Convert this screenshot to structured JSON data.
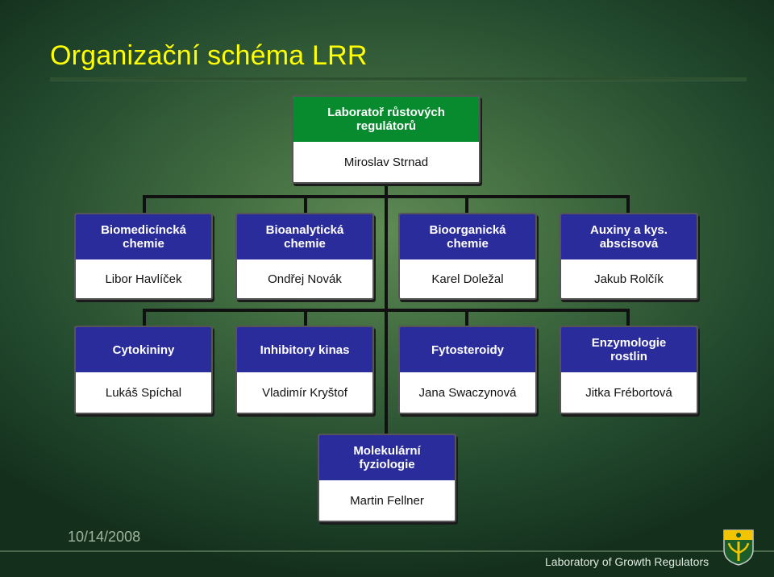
{
  "title": "Organizační schéma LRR",
  "root": {
    "unit": "Laboratoř růstových regulátorů",
    "head": "Miroslav Strnad"
  },
  "row1": [
    {
      "unit": "Biomedicíncká chemie",
      "head": "Libor Havlíček"
    },
    {
      "unit": "Bioanalytická chemie",
      "head": "Ondřej Novák"
    },
    {
      "unit": "Bioorganická chemie",
      "head": "Karel Doležal"
    },
    {
      "unit": "Auxiny a kys. abscisová",
      "head": "Jakub Rolčík"
    }
  ],
  "row2": [
    {
      "unit": "Cytokininy",
      "head": "Lukáš Spíchal"
    },
    {
      "unit": "Inhibitory kinas",
      "head": "Vladimír Kryštof"
    },
    {
      "unit": "Fytosteroidy",
      "head": "Jana Swaczynová"
    },
    {
      "unit": "Enzymologie rostlin",
      "head": "Jitka Frébortová"
    }
  ],
  "bottom": {
    "unit": "Molekulární fyziologie",
    "head": "Martin Fellner"
  },
  "date": "10/14/2008",
  "footer": "Laboratory of Growth Regulators",
  "colors": {
    "title": "#ffff00",
    "root_header": "#088a2e",
    "unit_header": "#2b2c9c"
  },
  "logo_icon": "lrr-shield-logo-icon"
}
